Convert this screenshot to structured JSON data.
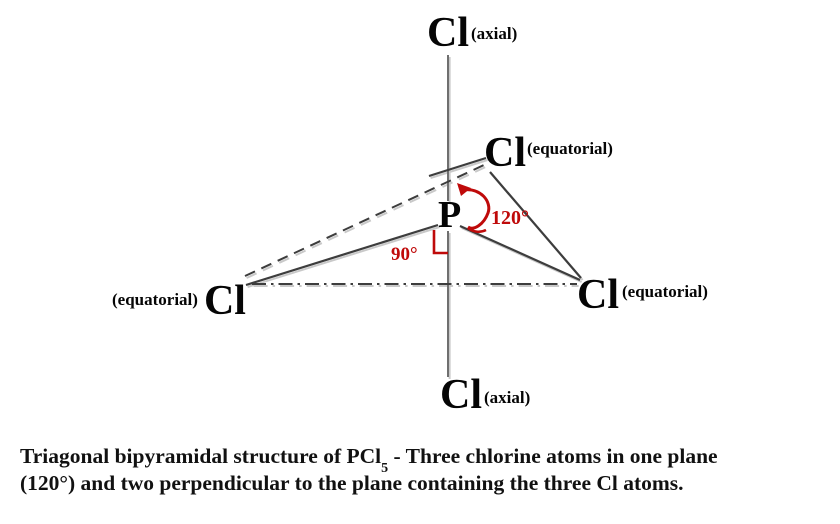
{
  "diagram": {
    "top_axial": {
      "symbol": "Cl",
      "label": "(axial)"
    },
    "equatorial_upper": {
      "symbol": "Cl",
      "label": "(equatorial)"
    },
    "equatorial_left": {
      "symbol": "Cl",
      "label": "(equatorial)"
    },
    "equatorial_right": {
      "symbol": "Cl",
      "label": "(equatorial)"
    },
    "bottom_axial": {
      "symbol": "Cl",
      "label": "(axial)"
    },
    "central_atom": {
      "symbol": "P"
    },
    "angle_equatorial": "120°",
    "angle_axial": "90°",
    "colors": {
      "annotation_red": "#bf0a0a",
      "bond": "#3d3d3d",
      "axial_line": "#6f6f6f"
    }
  },
  "caption": {
    "line1_prefix": "Triagonal bipyramidal structure of PCl",
    "line1_subscript": "5",
    "line1_suffix": " - Three chlorine atoms in one plane",
    "line2": "(120°) and two perpendicular to the plane containing the three Cl atoms."
  }
}
